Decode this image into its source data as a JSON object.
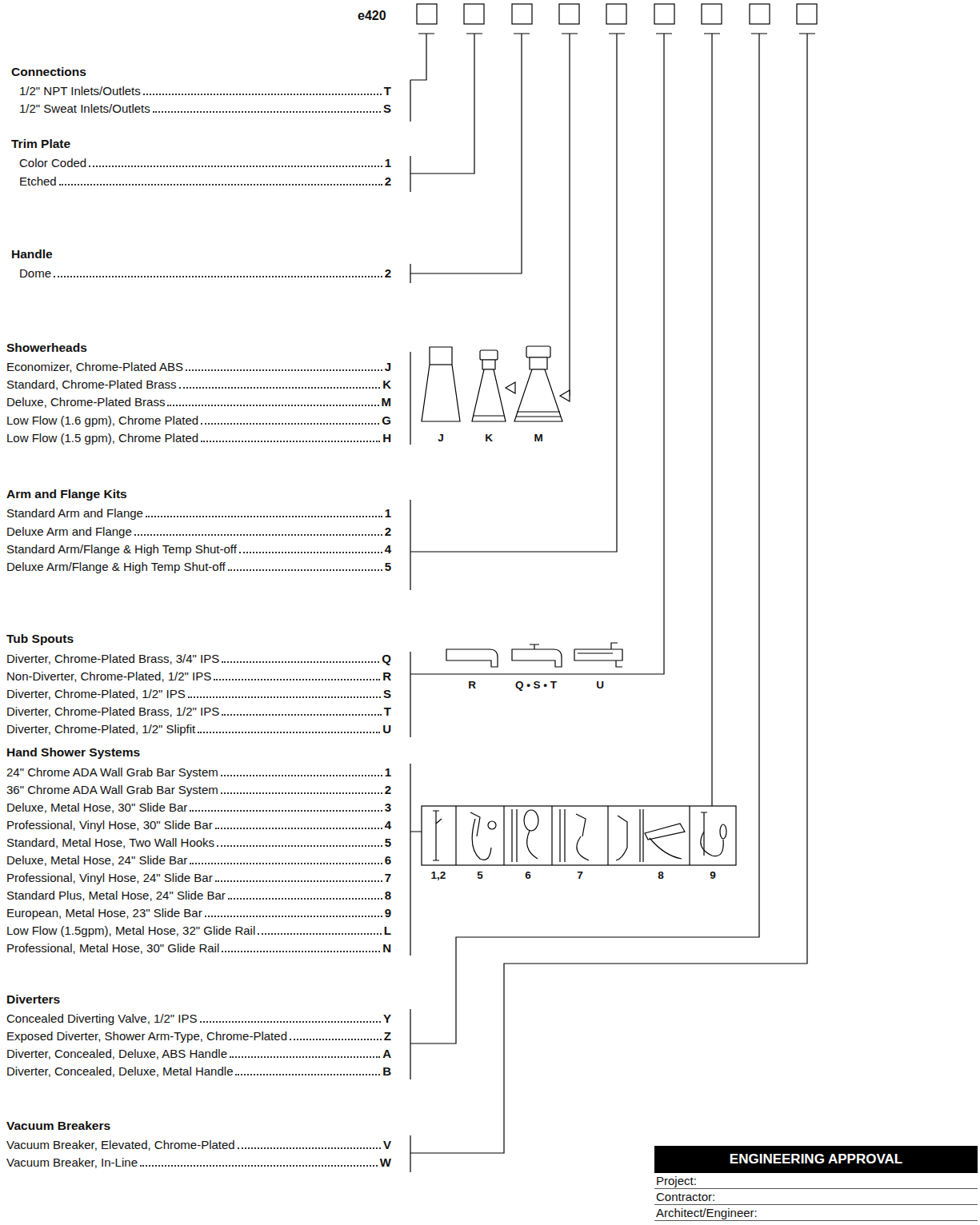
{
  "diagram": {
    "nodes": [
      {
        "text": [
          "ENGINEERING APPROVAL",
          "Project:",
          "Contractor:",
          "Architect/Engineer:"
        ]
      }
    ],
    "labels": [
      "e420",
      "Connections",
      "1/2\" NPT Inlets/Outlets",
      "T",
      "1/2\" Sweat Inlets/Outlets",
      "S",
      "Trim Plate",
      "Color Coded",
      "1",
      "Etched",
      "2",
      "Handle",
      "Dome",
      "2",
      "Showerheads",
      "Economizer, Chrome-Plated ABS",
      "J",
      "Standard, Chrome-Plated Brass",
      "K",
      "Deluxe, Chrome-Plated Brass",
      "M",
      "Low Flow (1.6 gpm), Chrome Plated",
      "G",
      "Low Flow (1.5 gpm), Chrome Plated",
      "H",
      "J",
      "K",
      "M",
      "Arm and Flange Kits",
      "Standard Arm and Flange",
      "1",
      "Deluxe Arm and Flange",
      "2",
      "Standard Arm/Flange & High Temp Shut-off",
      "4",
      "Deluxe Arm/Flange & High Temp Shut-off",
      "5",
      "Tub Spouts",
      "Diverter, Chrome-Plated Brass, 3/4\" IPS",
      "Q",
      "Non-Diverter, Chrome-Plated, 1/2\" IPS",
      "R",
      "Diverter, Chrome-Plated, 1/2\" IPS",
      "S",
      "Diverter, Chrome-Plated Brass, 1/2\" IPS",
      "T",
      "Diverter, Chrome-Plated, 1/2\" Slipfit",
      "U",
      "R",
      "Q • S • T",
      "U",
      "Hand Shower Systems",
      "24\" Chrome ADA Wall Grab Bar System",
      "1",
      "36\" Chrome ADA Wall Grab Bar System",
      "2",
      "Deluxe, Metal Hose, 30\" Slide Bar",
      "3",
      "Professional, Vinyl Hose, 30\" Slide Bar",
      "4",
      "Standard, Metal Hose, Two Wall Hooks",
      "5",
      "Deluxe, Metal Hose, 24\" Slide Bar",
      "6",
      "Professional, Vinyl Hose, 24\" Slide Bar",
      "7",
      "Standard Plus, Metal Hose, 24\" Slide Bar",
      "8",
      "European, Metal Hose, 23\" Slide Bar",
      "9",
      "Low Flow (1.5gpm), Metal Hose, 32\" Glide Rail",
      "L",
      "Professional, Metal Hose, 30\" Glide Rail",
      "N",
      "1,2",
      "5",
      "6",
      "7",
      "8",
      "9",
      "Diverters",
      "Concealed Diverting Valve, 1/2\"  IPS",
      "Y",
      "Exposed Diverter, Shower Arm-Type, Chrome-Plated",
      "Z",
      "Diverter, Concealed, Deluxe, ABS Handle",
      "A",
      "Diverter, Concealed, Deluxe, Metal Handle",
      "B",
      "Vacuum Breakers",
      "Vacuum Breaker, Elevated, Chrome-Plated",
      "V",
      "Vacuum Breaker, In-Line",
      "W"
    ]
  }
}
